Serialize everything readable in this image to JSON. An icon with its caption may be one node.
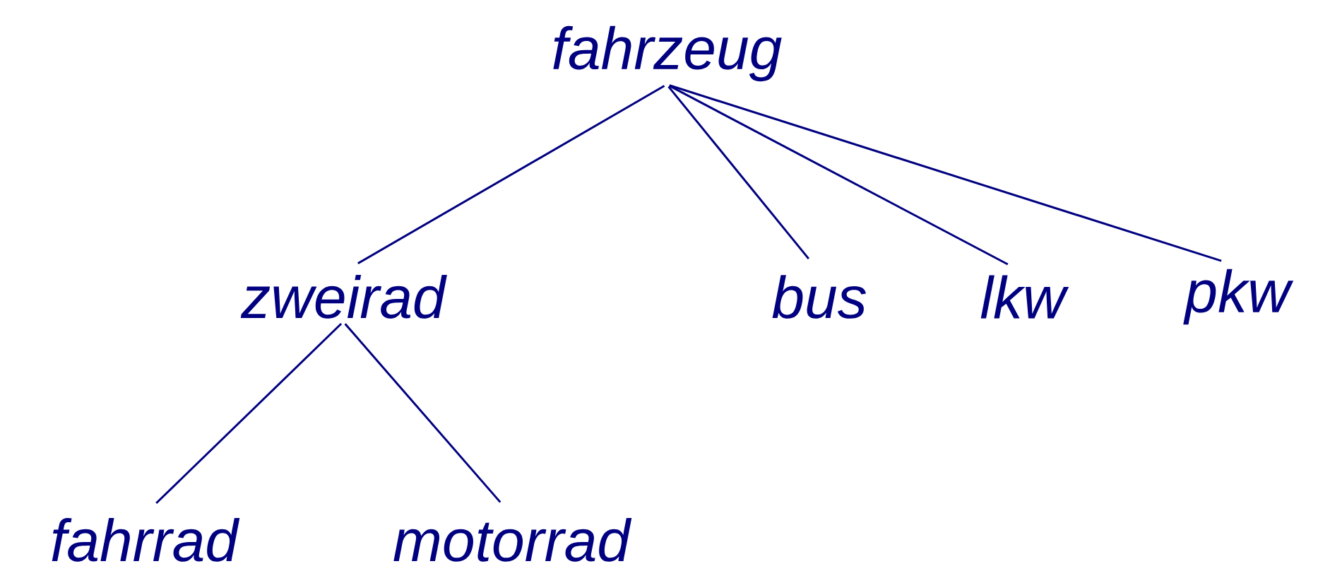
{
  "diagram": {
    "nodes": [
      {
        "text": [
          "fahrzeug"
        ]
      },
      {
        "text": [
          "zweirad"
        ]
      },
      {
        "text": [
          "bus"
        ]
      },
      {
        "text": [
          "lkw"
        ]
      },
      {
        "text": [
          "pkw"
        ]
      },
      {
        "text": [
          "fahrrad"
        ]
      },
      {
        "text": [
          "motorrad"
        ]
      }
    ],
    "edges": [
      {
        "from": 0,
        "to": 1,
        "arrow": "none"
      },
      {
        "from": 0,
        "to": 2,
        "arrow": "none"
      },
      {
        "from": 0,
        "to": 3,
        "arrow": "none"
      },
      {
        "from": 0,
        "to": 4,
        "arrow": "none"
      },
      {
        "from": 1,
        "to": 5,
        "arrow": "none"
      },
      {
        "from": 1,
        "to": 6,
        "arrow": "none"
      }
    ]
  }
}
